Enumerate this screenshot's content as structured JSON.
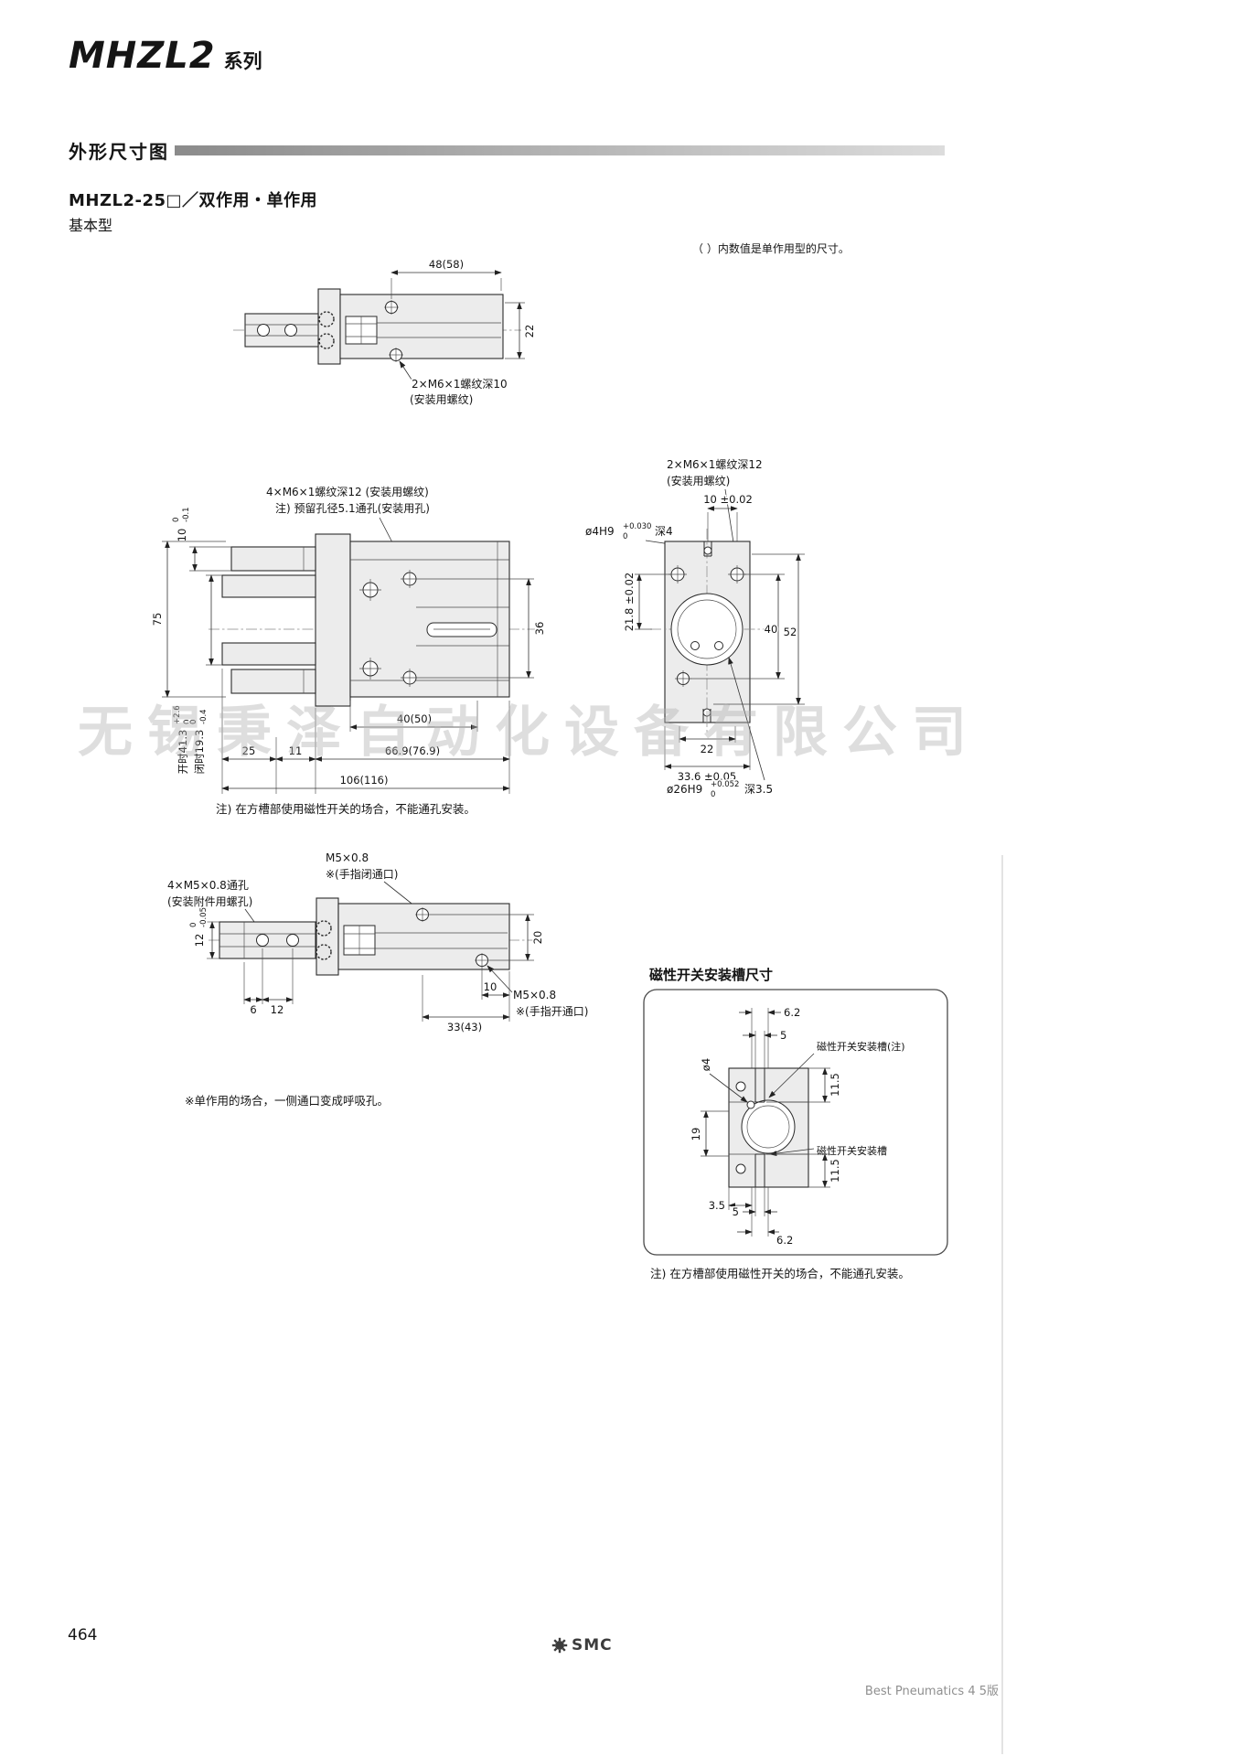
{
  "page": {
    "title_main": "MHZL2",
    "title_suffix": "系列",
    "section_header": "外形尺寸图",
    "model_heading": "MHZL2-25□／双作用・单作用",
    "sub_heading": "基本型",
    "paren_note": "（ ）内数值是单作用型的尺寸。",
    "watermark": "无锡秉泽自动化设备有限公司",
    "page_number": "464",
    "logo_text": "SMC",
    "footer_note": "Best Pneumatics 4 5版"
  },
  "top_view": {
    "dim_width": "48(58)",
    "dim_height": "22",
    "callout_line1": "2×M6×1螺纹深10",
    "callout_line2": "(安装用螺纹)"
  },
  "side_view": {
    "callout_line1": "4×M6×1螺纹深12 (安装用螺纹)",
    "callout_line2": "注) 预留孔径5.1通孔(安装用孔)",
    "dim_arm": "10",
    "dim_arm_tol_up": "0",
    "dim_arm_tol_dn": "-0.1",
    "dim_height": "75",
    "dim_hole_span": "36",
    "dim_40_50": "40(50)",
    "dim_25": "25",
    "dim_11": "11",
    "dim_66_9": "66.9(76.9)",
    "dim_106": "106(116)",
    "open_label": "开时41.3",
    "open_tol_up": "+2.6",
    "open_tol_dn": "0",
    "close_label": "闭时19.3",
    "close_tol_up": "0",
    "close_tol_dn": "-0.4",
    "note": "注) 在方槽部使用磁性开关的场合，不能通孔安装。"
  },
  "end_view": {
    "callout_line1": "2×M6×1螺纹深12",
    "callout_line2": "(安装用螺纹)",
    "dim_pitch": "10 ±0.02",
    "pin_label": "ø4H9",
    "pin_tol_up": "+0.030",
    "pin_tol_dn": "0",
    "pin_depth": "深4",
    "dim_40": "40",
    "dim_52": "52",
    "dim_21_8": "21.8 ±0.02",
    "dim_22": "22",
    "dim_33_6": "33.6 ±0.05",
    "bore_label": "ø26H9",
    "bore_tol_up": "+0.052",
    "bore_tol_dn": "0",
    "bore_depth": "深3.5"
  },
  "port_view": {
    "port_top_line1": "M5×0.8",
    "port_top_line2": "※(手指闭通口)",
    "holes_line1": "4×M5×0.8通孔",
    "holes_line2": "(安装附件用螺孔)",
    "dim_20": "20",
    "dim_plate": "12",
    "dim_plate_tol_up": "0",
    "dim_plate_tol_dn": "-0.05",
    "dim_6": "6",
    "dim_12": "12",
    "dim_10": "10",
    "dim_33_43": "33(43)",
    "port_bottom_line1": "M5×0.8",
    "port_bottom_line2": "※(手指开通口)",
    "note": "※单作用的场合，一侧通口变成呼吸孔。"
  },
  "switch_panel": {
    "title": "磁性开关安装槽尺寸",
    "dim_6_2_top": "6.2",
    "dim_5_top": "5",
    "dim_11_5_top": "11.5",
    "groove_label_top": "磁性开关安装槽(注)",
    "dim_o4": "ø4",
    "dim_19": "19",
    "groove_label_bottom": "磁性开关安装槽",
    "dim_3_5": "3.5",
    "dim_5_bottom": "5",
    "dim_11_5_bottom": "11.5",
    "dim_6_2_bottom": "6.2",
    "note": "注) 在方槽部使用磁性开关的场合，不能通孔安装。"
  }
}
